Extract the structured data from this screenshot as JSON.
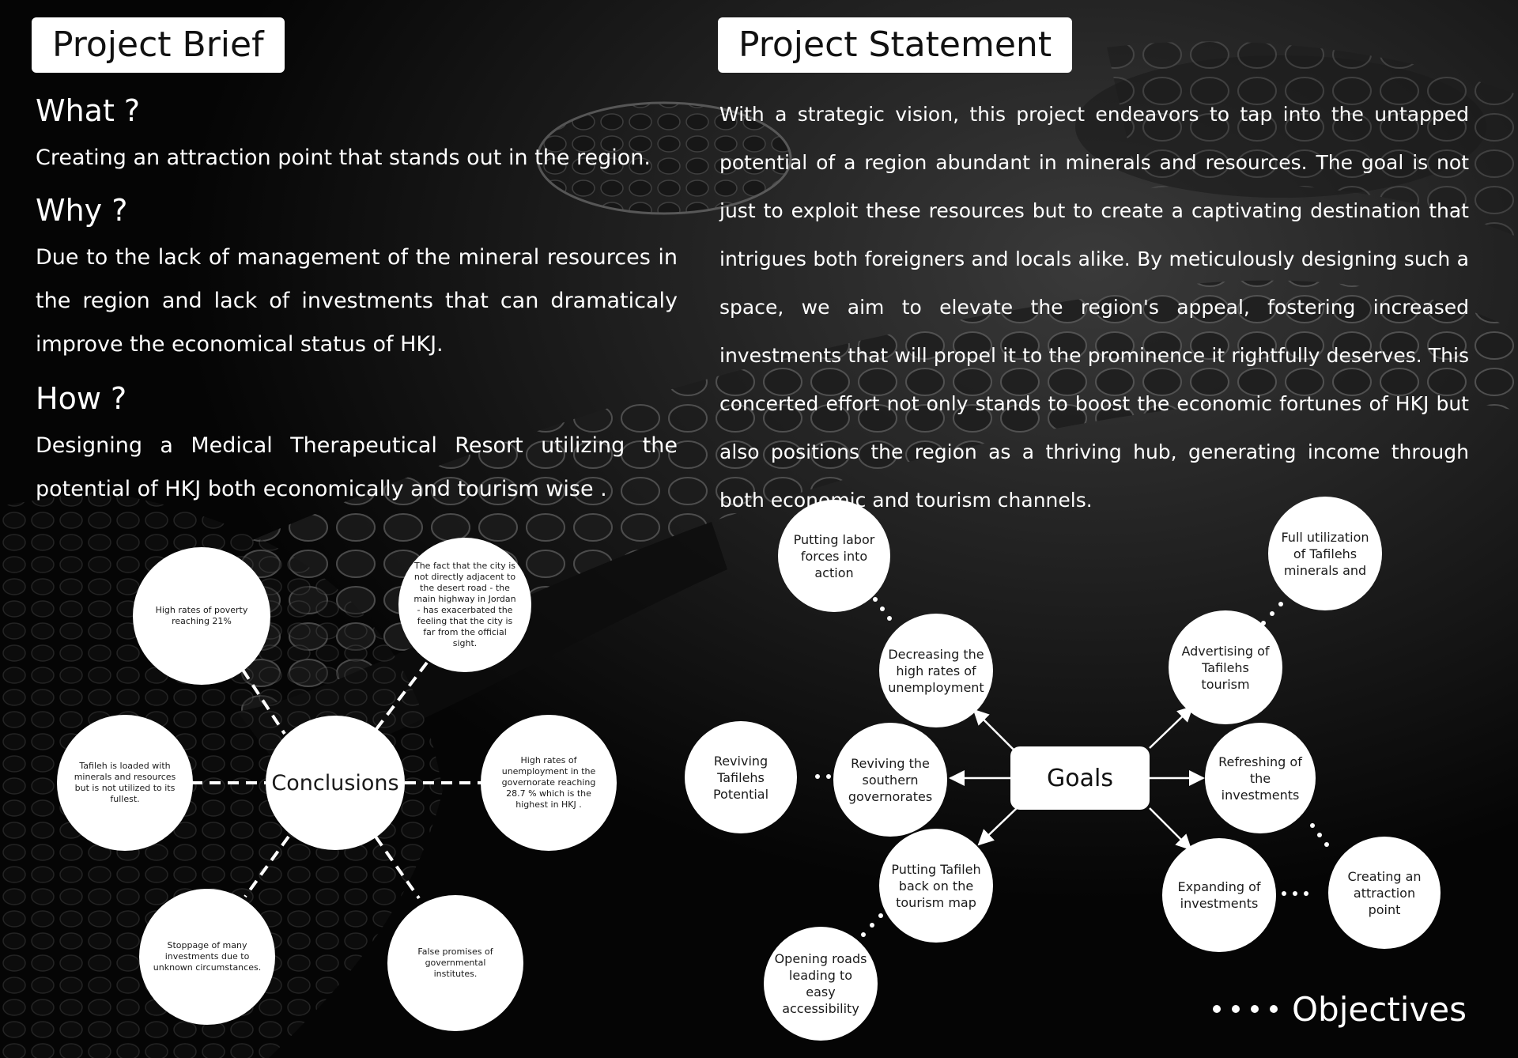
{
  "brief": {
    "title": "Project Brief",
    "what_heading": "What ?",
    "what_text": "Creating an attraction point that stands out in the region.",
    "why_heading": "Why ?",
    "why_text": "Due to the lack of management of the mineral resources in the region and lack of investments that can dramaticaly improve the economical status of HKJ.",
    "how_heading": "How ?",
    "how_text": "Designing a Medical Therapeutical Resort utilizing the potential of HKJ both economically and tourism wise ."
  },
  "statement": {
    "title": "Project Statement",
    "text": "With a strategic vision, this project endeavors to tap into the untapped potential of a region abundant in minerals and resources. The goal is not just to exploit these resources but to create a captivating destination that intrigues both foreigners and locals alike. By meticulously designing such a space, we aim to elevate the region's appeal, fostering increased investments that will propel it to the prominence it rightfully deserves. This concerted effort not only stands to boost the economic fortunes of HKJ but also positions the region as a thriving hub, generating income through both economic and tourism channels."
  },
  "conclusions": {
    "center": "Conclusions",
    "poverty": "High rates of poverty reaching 21%",
    "highway": "The fact that the city is not directly adjacent to the desert road - the main highway in Jordan - has exacerbated the feeling that the city is far from the official sight.",
    "minerals": "Tafileh is loaded with minerals and resources but is not utilized to its fullest.",
    "unemployment": "High rates of unemployment in the governorate reaching 28.7 % which is the highest in HKJ .",
    "stoppage": "Stoppage of many investments due to unknown circumstances.",
    "promises": "False promises of governmental institutes."
  },
  "goals": {
    "center": "Goals",
    "decreasing": "Decreasing the high rates of unemployment",
    "reviving_southern": "Reviving the southern governorates",
    "putting_tafileh": "Putting Tafileh back on the tourism map",
    "advertising": "Advertising of Tafilehs tourism",
    "refreshing": "Refreshing of the investments",
    "expanding": "Expanding of investments"
  },
  "objectives": {
    "legend": "Objectives",
    "labor": "Putting labor forces into action",
    "reviving_potential": "Reviving Tafilehs Potential",
    "roads": "Opening roads leading to easy accessibility",
    "full_utilization": "Full utilization of Tafilehs minerals and",
    "attraction": "Creating an attraction point"
  },
  "colors": {
    "background": "#050505",
    "foreground": "#ffffff",
    "node_text": "#1a1a1a"
  }
}
